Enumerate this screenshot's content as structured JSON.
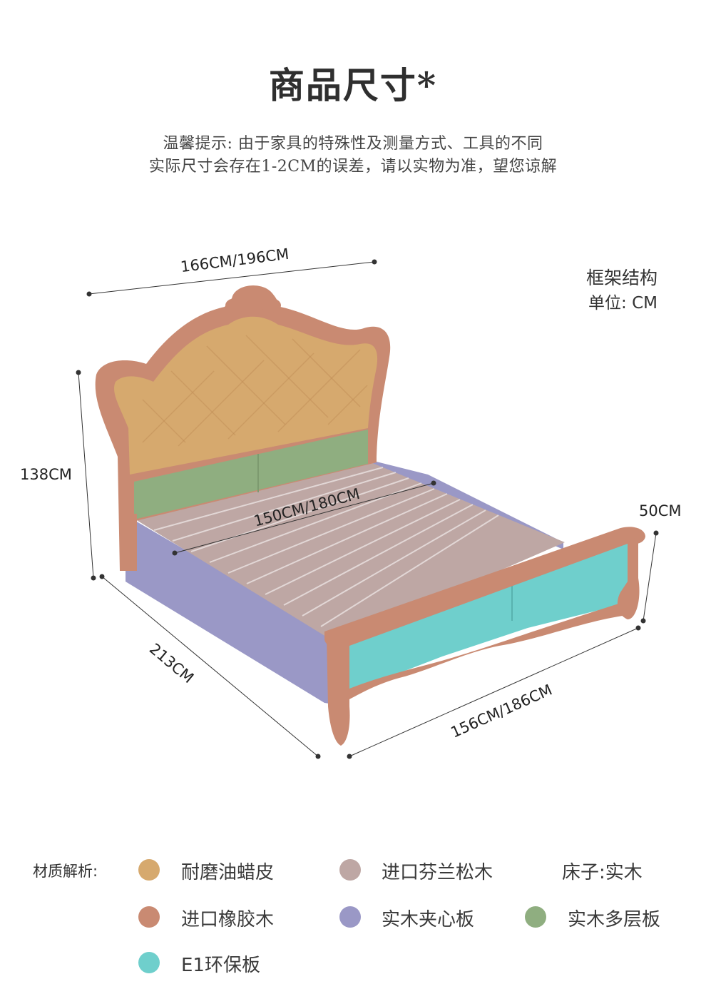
{
  "title": "商品尺寸*",
  "tip": {
    "line1": "温馨提示: 由于家具的特殊性及测量方式、工具的不同",
    "line2": "实际尺寸会存在1-2CM的误差，请以实物为准，望您谅解"
  },
  "frame": {
    "title": "框架结构",
    "unit": "单位: CM"
  },
  "dimensions": {
    "width_top": "166CM/196CM",
    "height_head": "138CM",
    "inner_width": "150CM/180CM",
    "height_foot": "50CM",
    "length": "213CM",
    "width_bottom": "156CM/186CM"
  },
  "legend": {
    "heading": "材质解析:",
    "items": [
      {
        "label": "耐磨油蜡皮",
        "color": "#d6a96e"
      },
      {
        "label": "进口芬兰松木",
        "color": "#bea7a4"
      },
      {
        "label": "床子:实木",
        "color": ""
      },
      {
        "label": "进口橡胶木",
        "color": "#c98a72"
      },
      {
        "label": "实木夹心板",
        "color": "#9a98c6"
      },
      {
        "label": "实木多层板",
        "color": "#8fae80"
      },
      {
        "label": "E1环保板",
        "color": "#6fcfcc"
      }
    ]
  },
  "colors": {
    "leather": "#d6a96e",
    "pine": "#bea7a4",
    "rubberwood": "#c98a72",
    "sandwich_board": "#9a98c6",
    "multilayer_board": "#8fae80",
    "e1_board": "#6fcfcc"
  }
}
